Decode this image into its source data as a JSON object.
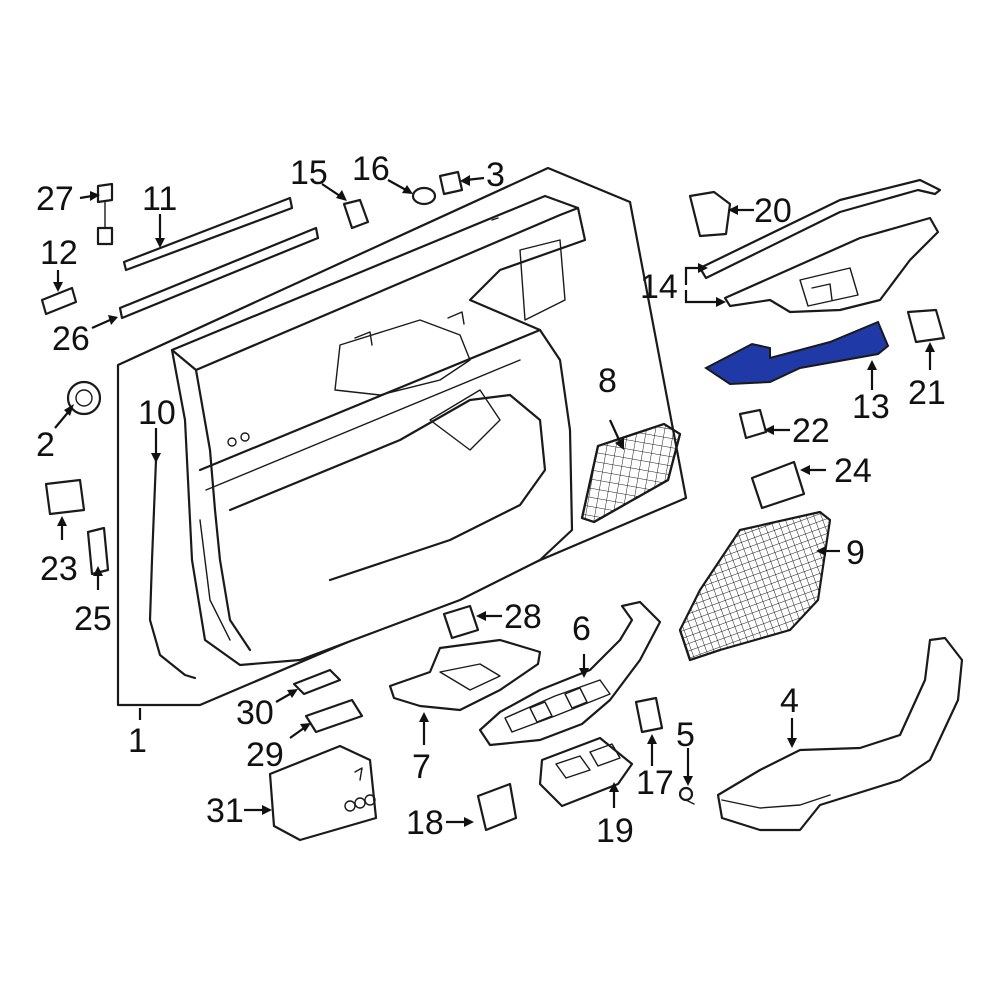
{
  "diagram": {
    "highlight_color": "#1f3aa6",
    "highlighted_part": "13",
    "callouts": [
      "1",
      "2",
      "3",
      "4",
      "5",
      "6",
      "7",
      "8",
      "9",
      "10",
      "11",
      "12",
      "13",
      "14",
      "15",
      "16",
      "17",
      "18",
      "19",
      "20",
      "21",
      "22",
      "23",
      "24",
      "25",
      "26",
      "27",
      "28",
      "29",
      "30",
      "31"
    ]
  }
}
